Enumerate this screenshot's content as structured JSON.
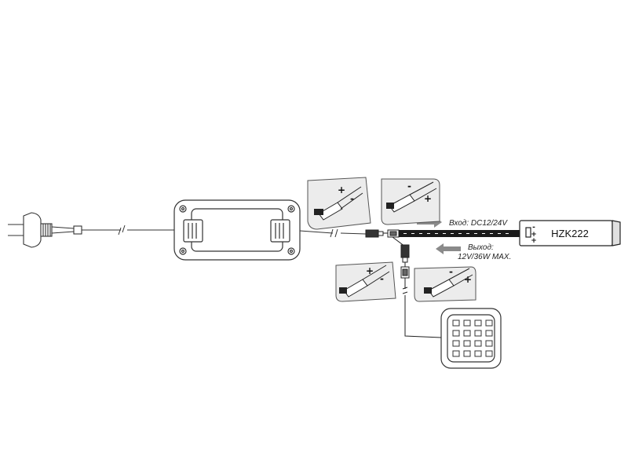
{
  "labels": {
    "input": "Вход: DC12/24V",
    "output_line1": "Выход:",
    "output_line2": "12V/36W MAX.",
    "model": "HZK222"
  },
  "polarity": {
    "plus": "+",
    "minus": "-"
  },
  "colors": {
    "line": "#333333",
    "strip": "#1a1a1a",
    "arrow": "#8a8a8a",
    "callout_bg": "#ececec"
  }
}
